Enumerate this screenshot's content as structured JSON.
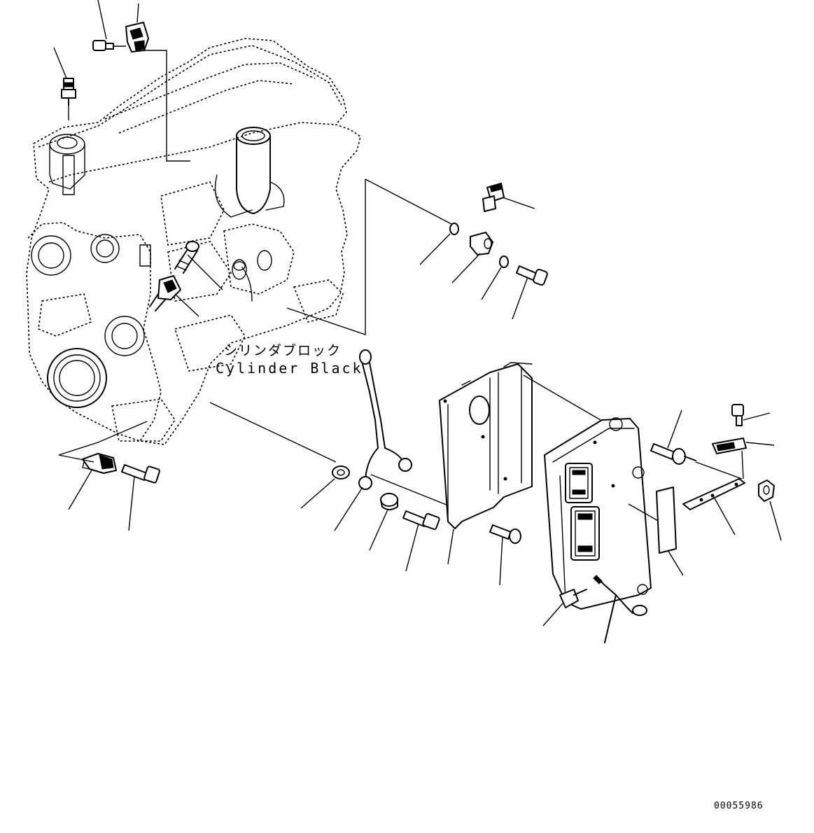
{
  "diagram": {
    "label_japanese": "シリンダブロック",
    "label_english": "Cylinder Black",
    "drawing_number": "00055986"
  }
}
